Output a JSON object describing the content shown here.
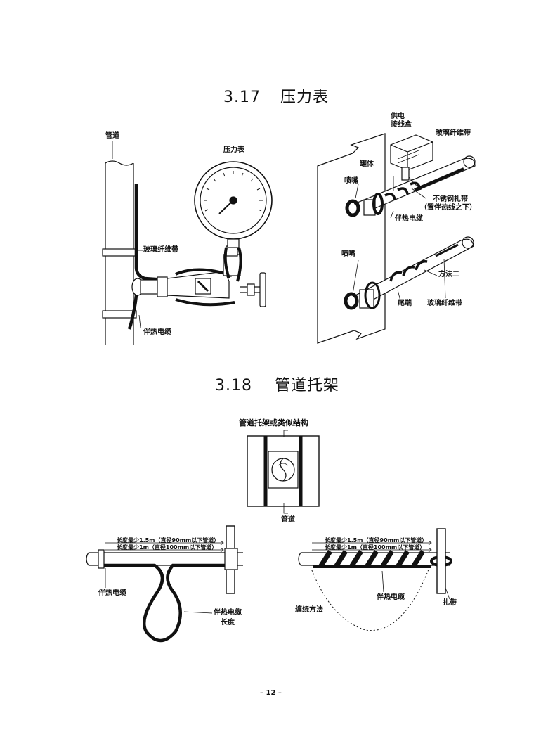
{
  "sections": [
    {
      "number": "3.17",
      "title": "压力表"
    },
    {
      "number": "3.18",
      "title": "管道托架"
    }
  ],
  "fig_317_left": {
    "pipe": "管道",
    "gauge": "压力表",
    "tape": "玻璃纤维带",
    "cable": "伴热电缆"
  },
  "fig_317_right": {
    "junction_line1": "供电",
    "junction_line2": "接线盒",
    "tape_top": "玻璃纤维带",
    "tank": "罐体",
    "nozzle_top": "喷嘴",
    "strap_line1": "不锈钢扎带",
    "strap_line2": "（置伴热线之下）",
    "cable": "伴热电缆",
    "nozzle_bottom": "喷嘴",
    "method2": "方法二",
    "tail": "尾端",
    "tape_bottom": "玻璃纤维带"
  },
  "fig_318_top": {
    "caption": "管道托架或类似结构",
    "pipe": "管道"
  },
  "fig_318_left": {
    "len1": "长度最少1.5m（直径90mm以下管道）",
    "len2": "长度最少1m（直径100mm以下管道）",
    "cable": "伴热电缆",
    "cable_len1": "伴热电缆",
    "cable_len2": "长度"
  },
  "fig_318_right": {
    "len1": "长度最少1.5m（直径90mm以下管道）",
    "len2": "长度最少1m（直径100mm以下管道）",
    "method": "缠绕方法",
    "cable": "伴热电缆",
    "strap": "扎带"
  },
  "page_number": "– 12 –"
}
